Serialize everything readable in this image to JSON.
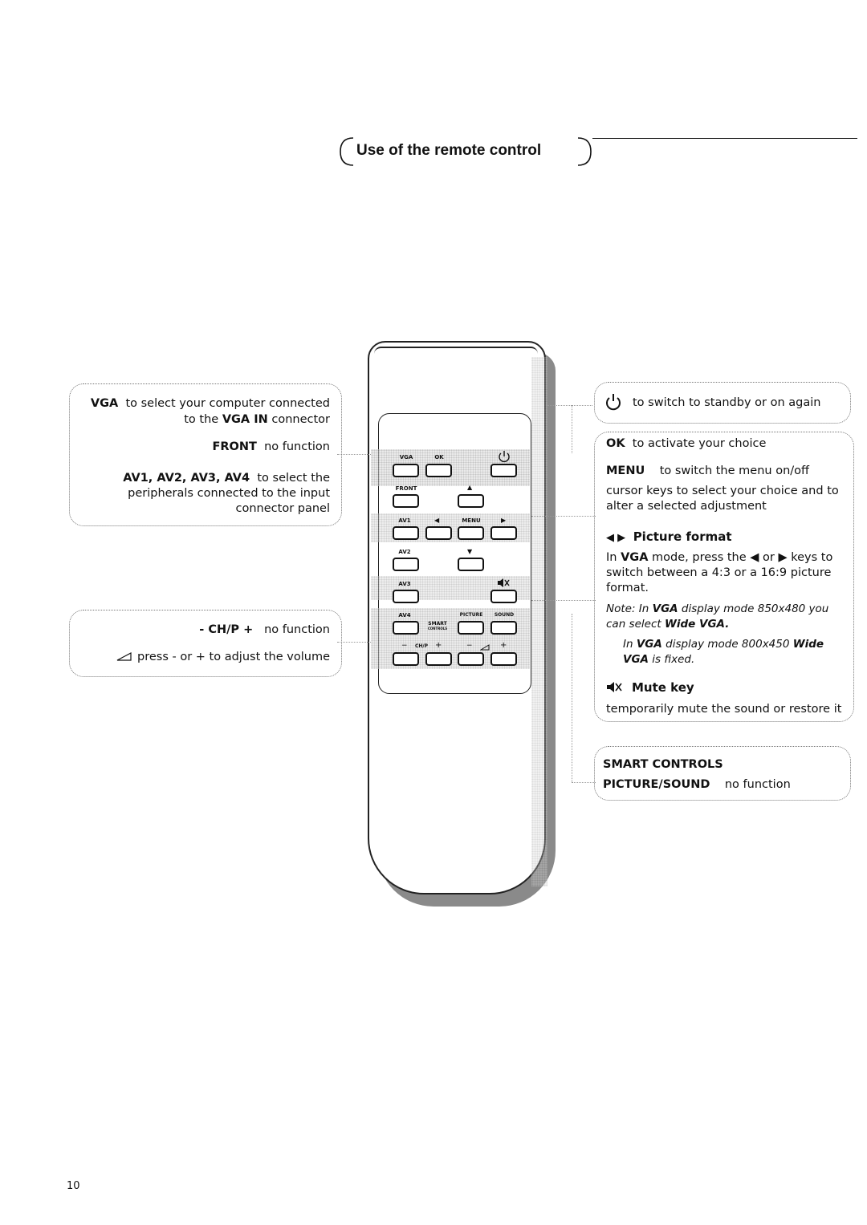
{
  "page": {
    "title": "Use of the remote control",
    "page_number": "10"
  },
  "left": {
    "vga_key": "VGA",
    "vga_text": "to select your computer connected",
    "vga_text2_pre": "to the",
    "vga_in": "VGA IN",
    "vga_text2_post": "connector",
    "front_key": "FRONT",
    "front_text": "no function",
    "av_keys": "AV1, AV2, AV3, AV4",
    "av_text": "to select the",
    "av_text2": "peripherals connected to the input",
    "av_text3": "connector panel",
    "chp_key": "- CH/P +",
    "chp_text": "no function",
    "vol_icon": "volume-icon",
    "vol_text": "press - or + to adjust the volume"
  },
  "right": {
    "standby_icon": "power-icon",
    "standby_text": "to switch to standby or on again",
    "ok_key": "OK",
    "ok_text": "to activate your choice",
    "menu_key": "MENU",
    "menu_text": "to switch the menu on/off",
    "cursor_text": "cursor keys to select your choice and to alter a selected adjustment",
    "pf_title": "Picture format",
    "pf_pre": "In",
    "pf_vga": "VGA",
    "pf_text": "mode, press the ◀ or ▶ keys to switch between a 4:3 or a 16:9 picture format.",
    "note1_pre": "Note: In",
    "note1_vga": "VGA",
    "note1_mid": "display mode 850x480 you can select",
    "note1_wide": "Wide VGA.",
    "note2_pre": "In",
    "note2_vga": "VGA",
    "note2_mid": "display mode 800x450",
    "note2_wide": "Wide VGA",
    "note2_post": "is fixed.",
    "mute_title": "Mute key",
    "mute_text": "temporarily mute the sound or restore it",
    "smart_title": "SMART CONTROLS",
    "ps_key": "PICTURE/SOUND",
    "ps_text": "no function"
  },
  "remote": {
    "vga": "VGA",
    "ok": "OK",
    "front": "FRONT",
    "av1": "AV1",
    "av2": "AV2",
    "av3": "AV3",
    "av4": "AV4",
    "menu": "MENU",
    "smart": "SMART",
    "controls": "CONTROLS",
    "picture": "PICTURE",
    "sound": "SOUND",
    "chp": "CH/P",
    "minus": "−",
    "plus": "+"
  }
}
